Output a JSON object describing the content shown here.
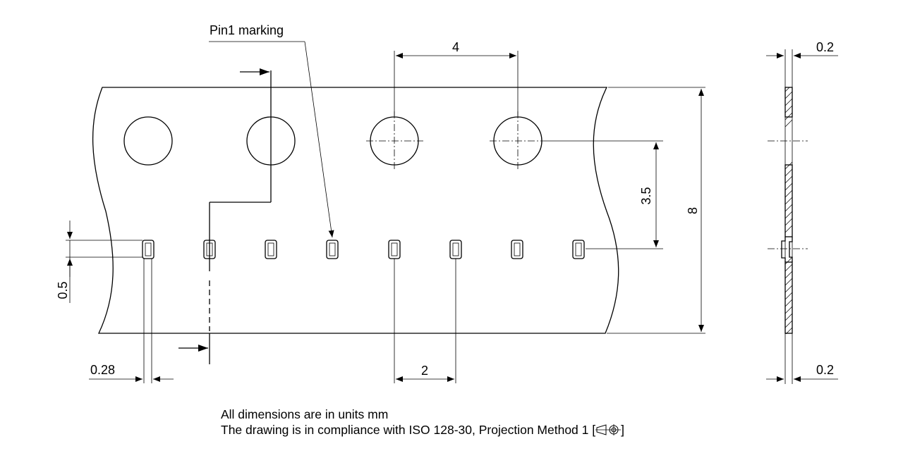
{
  "labels": {
    "pin1": "Pin1 marking",
    "pitch_holes": "4",
    "pitch_cavities": "2",
    "offset_center": "3.5",
    "tape_width": "8",
    "cavity_length": "0.5",
    "cavity_width": "0.28",
    "thickness_top": "0.2",
    "thickness_bottom": "0.2"
  },
  "notes": {
    "units": "All dimensions are in units mm",
    "compliance": "The drawing is in compliance with ISO 128-30, Projection Method 1 [",
    "compliance_end": "]"
  },
  "icons": {
    "projection": "first-angle-projection-icon"
  }
}
